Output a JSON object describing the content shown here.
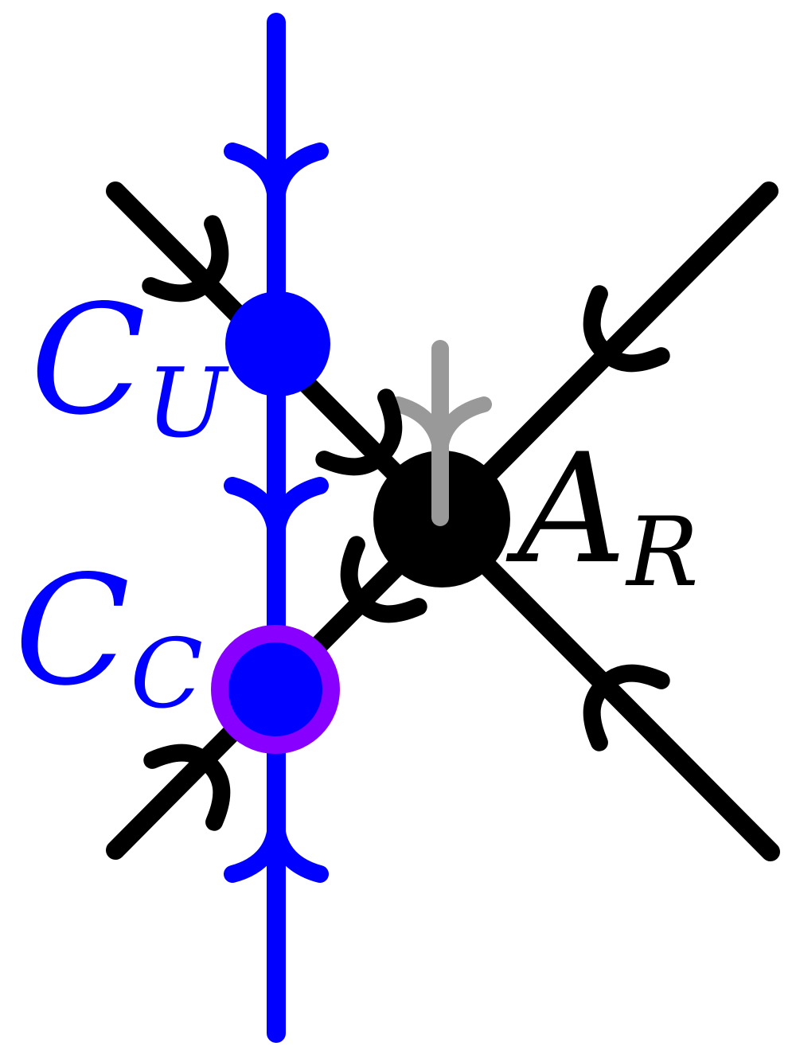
{
  "colors": {
    "blue": "#0000ff",
    "black": "#000000",
    "gray": "#999999",
    "purple": "#8800ff"
  },
  "labels": {
    "cu": {
      "main": "C",
      "sub": "U"
    },
    "cc": {
      "main": "C",
      "sub": "C"
    },
    "ar": {
      "main": "A",
      "sub": "R"
    }
  }
}
